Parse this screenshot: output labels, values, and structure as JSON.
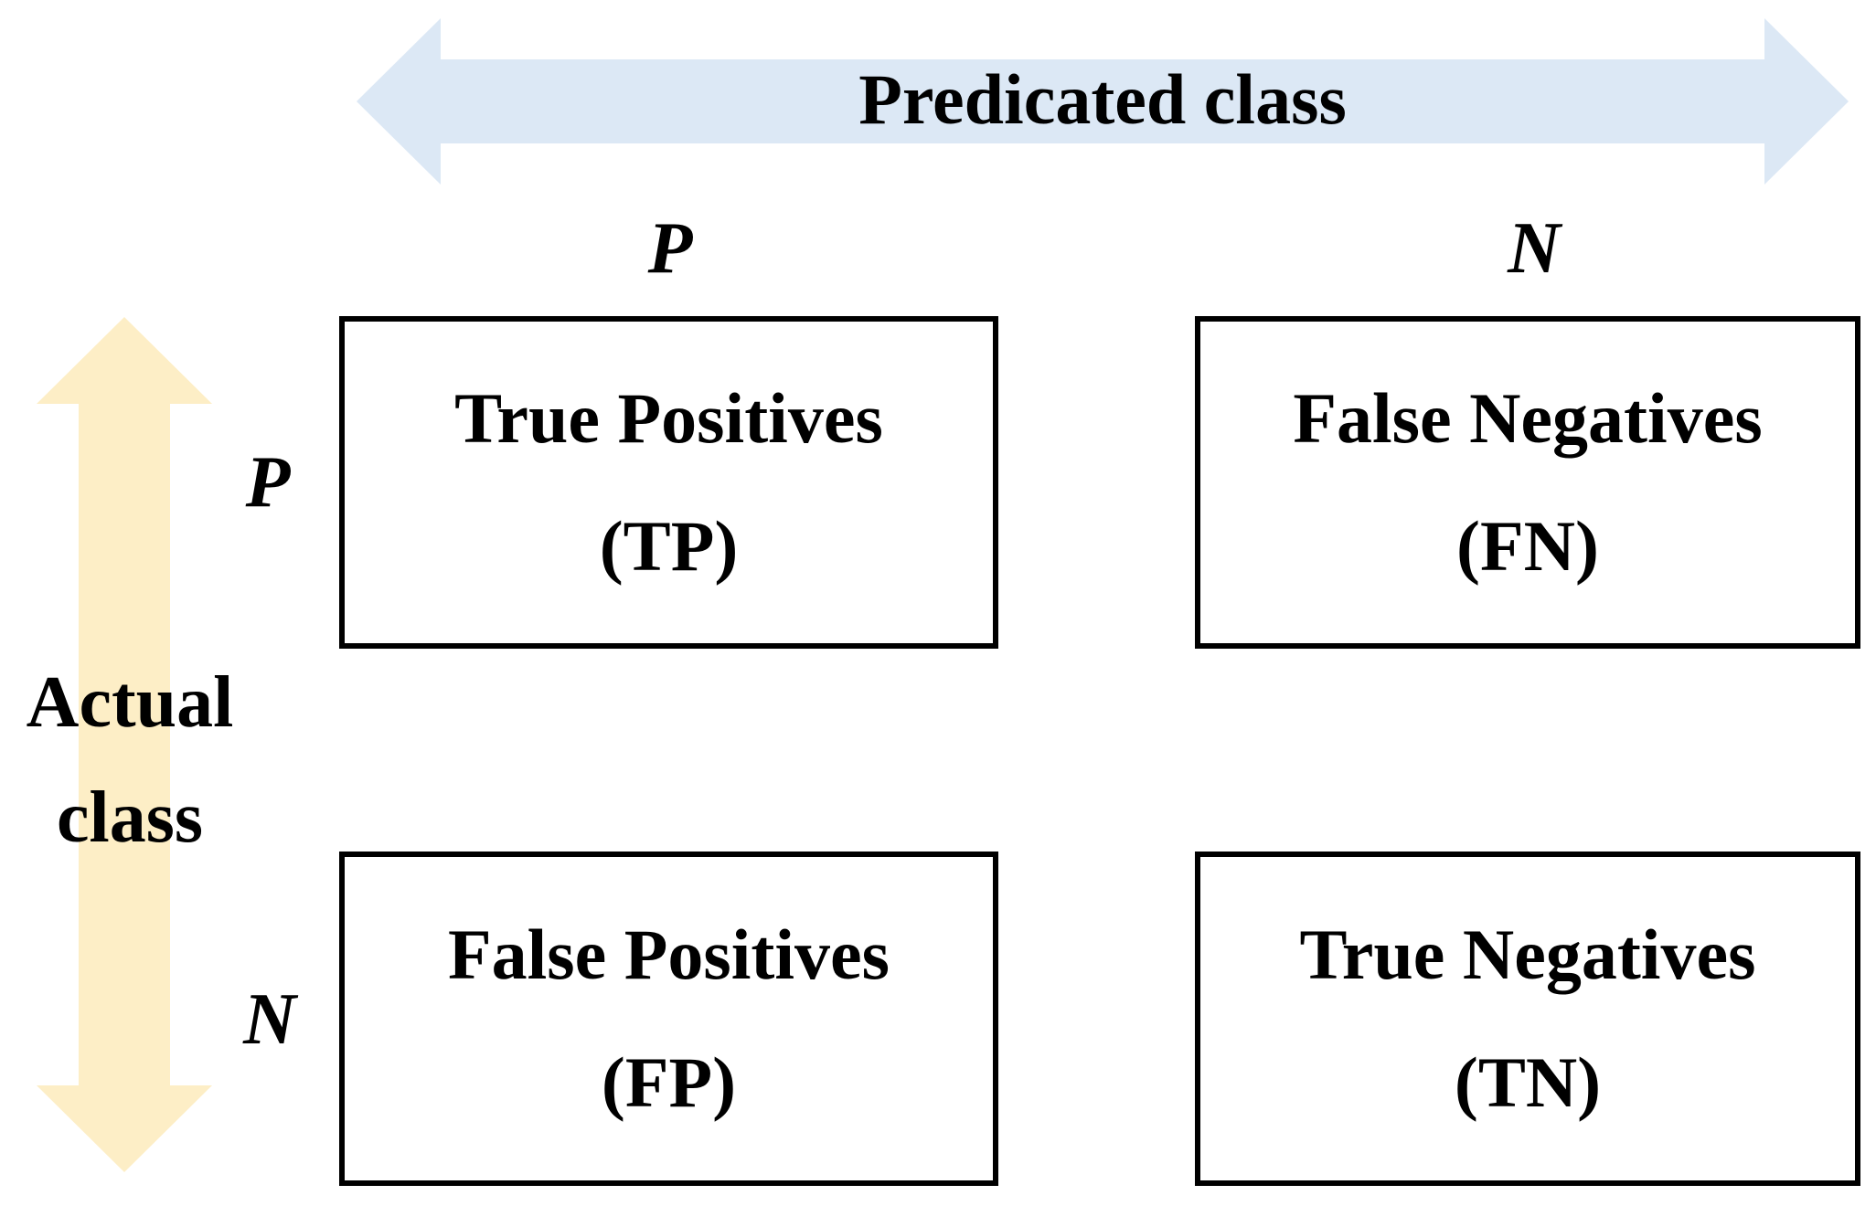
{
  "predicted_axis": {
    "label": "Predicated class",
    "col_positive": "P",
    "col_negative": "N"
  },
  "actual_axis": {
    "label_line1": "Actual",
    "label_line2": "class",
    "row_positive": "P",
    "row_negative": "N"
  },
  "cells": {
    "tp": {
      "title": "True Positives",
      "abbr": "(TP)"
    },
    "fn": {
      "title": "False Negatives",
      "abbr": "(FN)"
    },
    "fp": {
      "title": "False Positives",
      "abbr": "(FP)"
    },
    "tn": {
      "title": "True Negatives",
      "abbr": "(TN)"
    }
  },
  "colors": {
    "predicted_arrow": "#dce8f5",
    "actual_arrow": "#fdeec6",
    "box_border": "#000000",
    "text": "#000000",
    "background": "#ffffff"
  }
}
